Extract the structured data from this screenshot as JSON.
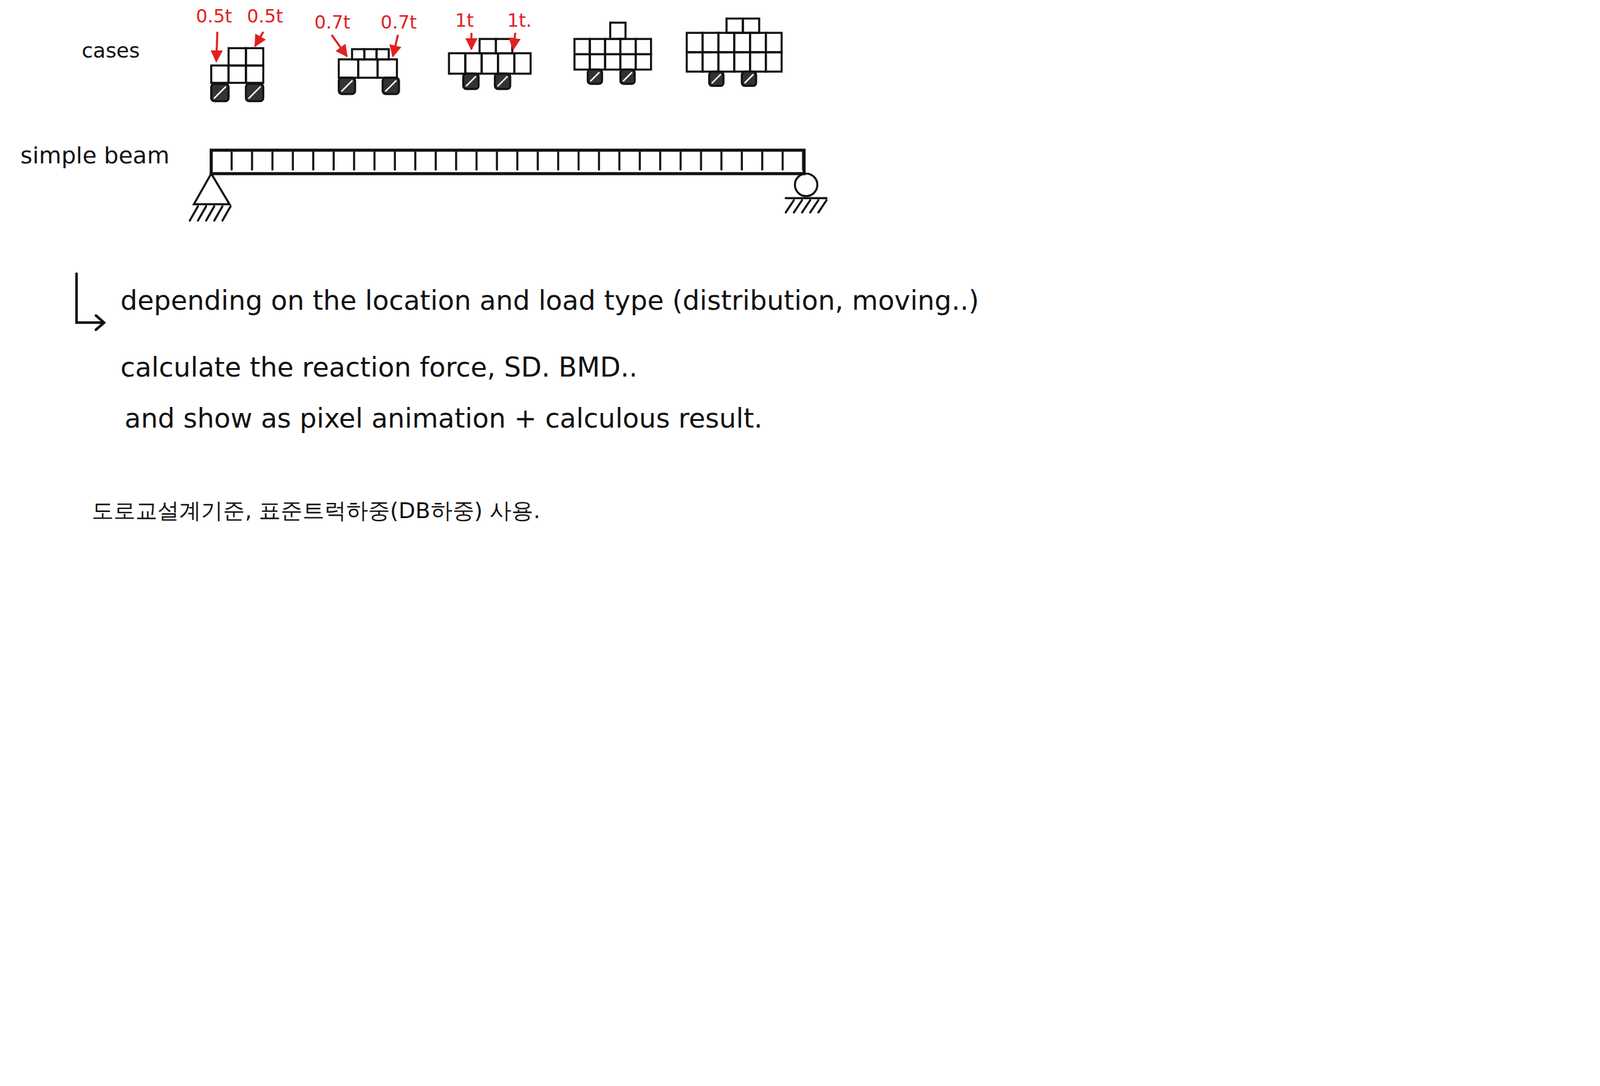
{
  "diagram": {
    "labels": [
      "cases",
      "0.5t",
      "0.5t",
      "0.7t",
      "0.7t",
      "1t",
      "1t.",
      "simple beam",
      "depending on the location and load type (distribution, moving..)",
      "calculate the reaction force, SD. BMD..",
      "and show as pixel animation + calculous result.",
      "도로교설계기준, 표준트럭하중(DB하중) 사용."
    ]
  }
}
